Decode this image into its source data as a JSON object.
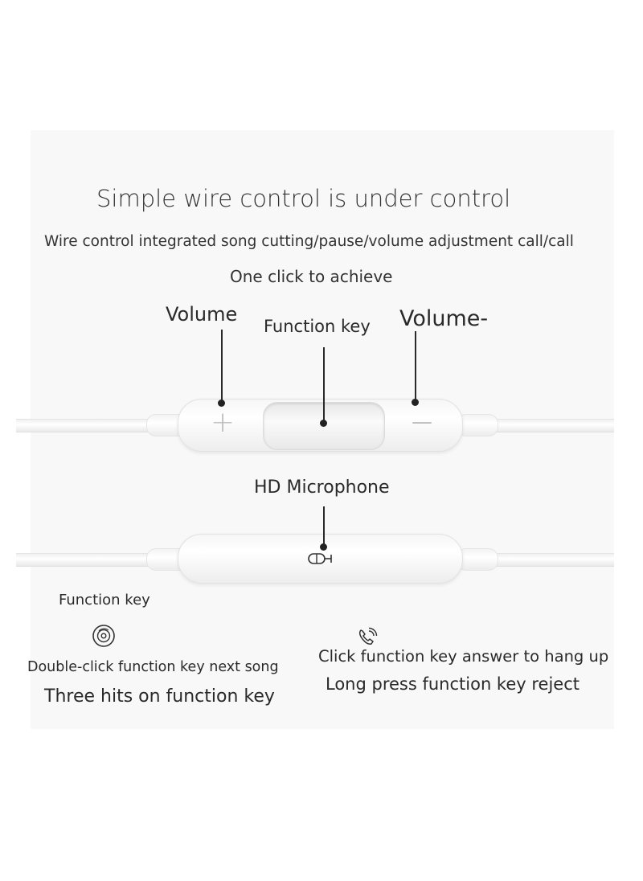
{
  "title": "Simple wire control is under control",
  "subtitle": "Wire control integrated song cutting/pause/volume adjustment call/call",
  "subtitle2": "One click to achieve",
  "labels": {
    "volume_plus": "Volume",
    "function_key": "Function key",
    "volume_minus": "Volume-",
    "microphone": "HD Microphone"
  },
  "remote_symbols": {
    "plus": "+",
    "minus": "—"
  },
  "left_features": {
    "heading": "Function key",
    "icon": "music-disc-icon",
    "double_click": "Double-click function key next song",
    "three_hits": "Three hits on function key"
  },
  "right_features": {
    "icon": "phone-call-icon",
    "click": "Click function key answer to hang up",
    "long_press": "Long press function key reject"
  }
}
